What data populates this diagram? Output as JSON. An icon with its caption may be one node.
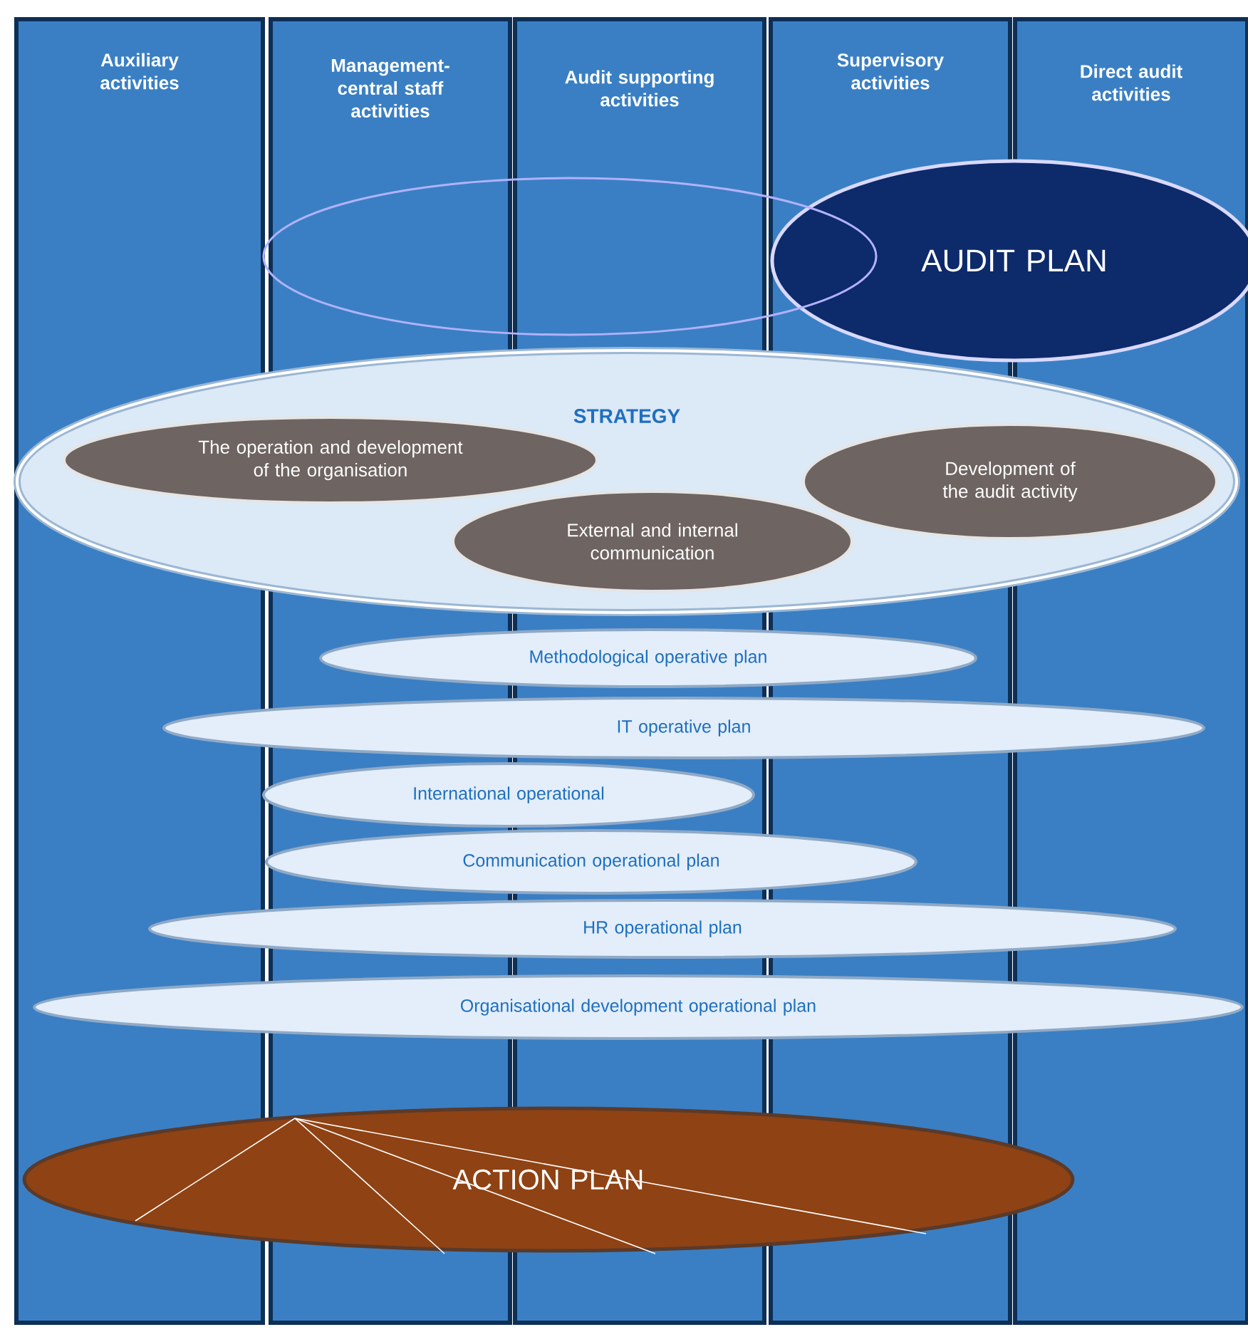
{
  "diagram": {
    "nodes": [
      {
        "text": [
          "Auxiliary activities"
        ]
      },
      {
        "text": [
          "Management-central staff activities"
        ]
      },
      {
        "text": [
          "Audit supporting activities"
        ]
      },
      {
        "text": [
          "Supervisory activities"
        ]
      },
      {
        "text": [
          "Direct audit activities"
        ]
      },
      {
        "text": [],
        "shape": "ellipse"
      },
      {
        "text": [
          "AUDIT PLAN"
        ]
      },
      {
        "text": [
          "STRATEGY"
        ]
      },
      {
        "text": [
          "The operation and development of the organisation"
        ],
        "in": 7
      },
      {
        "text": [
          "Development of the audit activity"
        ],
        "in": 7
      },
      {
        "text": [
          "External and internal communication"
        ],
        "in": 7
      },
      {
        "text": [
          "Methodological operative plan"
        ]
      },
      {
        "text": [
          "IT operative plan"
        ]
      },
      {
        "text": [
          "International operational"
        ]
      },
      {
        "text": [
          "Communication operational plan"
        ]
      },
      {
        "text": [
          "HR operational plan"
        ]
      },
      {
        "text": [
          "Organisational development operational plan"
        ]
      },
      {
        "text": [
          "ACTION PLAN"
        ]
      }
    ]
  }
}
